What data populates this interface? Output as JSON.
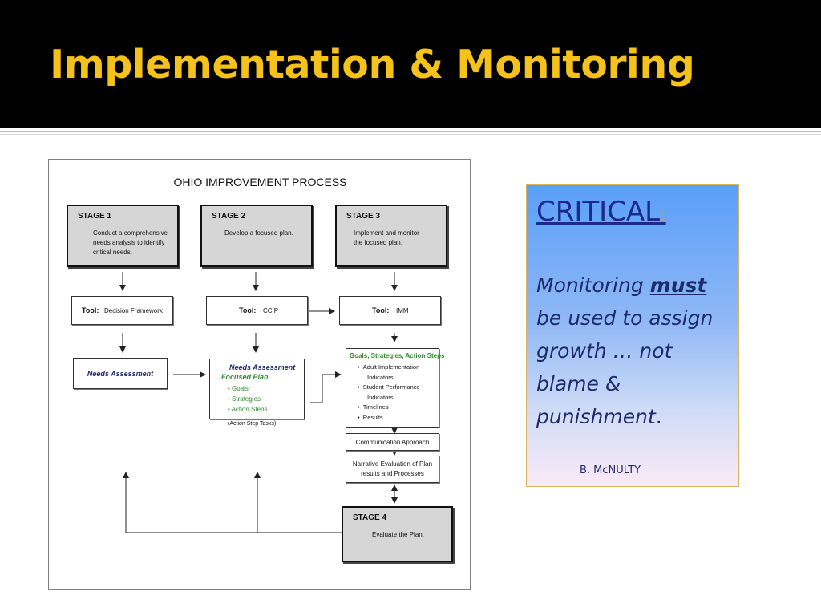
{
  "slide": {
    "title": "Implementation & Monitoring"
  },
  "diagram": {
    "title": "OHIO IMPROVEMENT PROCESS",
    "stage1": {
      "label": "STAGE 1",
      "desc": [
        "Conduct a comprehensive",
        "needs analysis to identify",
        "critical needs."
      ]
    },
    "stage2": {
      "label": "STAGE 2",
      "desc": [
        "Develop a focused plan."
      ]
    },
    "stage3": {
      "label": "STAGE 3",
      "desc": [
        "Implement and monitor",
        "the focused plan."
      ]
    },
    "tool1": {
      "label": "Tool:",
      "value": "Decision Framework"
    },
    "tool2": {
      "label": "Tool:",
      "value": "CCIP"
    },
    "tool3": {
      "label": "Tool:",
      "value": "IMM"
    },
    "needs_assessment": "Needs Assessment",
    "plan_box": {
      "title": "Needs Assessment",
      "subtitle": "Focused Plan",
      "items": [
        "Goals",
        "Strategies",
        "Action Steps"
      ],
      "note": "(Action Step Tasks)"
    },
    "goals_box": {
      "title": "Goals, Strategies, Action Steps",
      "items": [
        "Adult Implementation",
        "Indicators",
        "Student Performance",
        "Indicators",
        "Timelines",
        "Results"
      ]
    },
    "communication": "Communication Approach",
    "narrative": [
      "Narrative Evaluation of Plan",
      "results and Processes"
    ],
    "stage4": {
      "label": "STAGE 4",
      "desc": "Evaluate the Plan."
    }
  },
  "critical": {
    "heading": "CRITICAL",
    "colon": ":",
    "line_part1": "Monitoring ",
    "must": "must",
    "line_part2": " be used to assign growth … not blame & punishment",
    "period": ".",
    "author": "B. McNULTY"
  }
}
